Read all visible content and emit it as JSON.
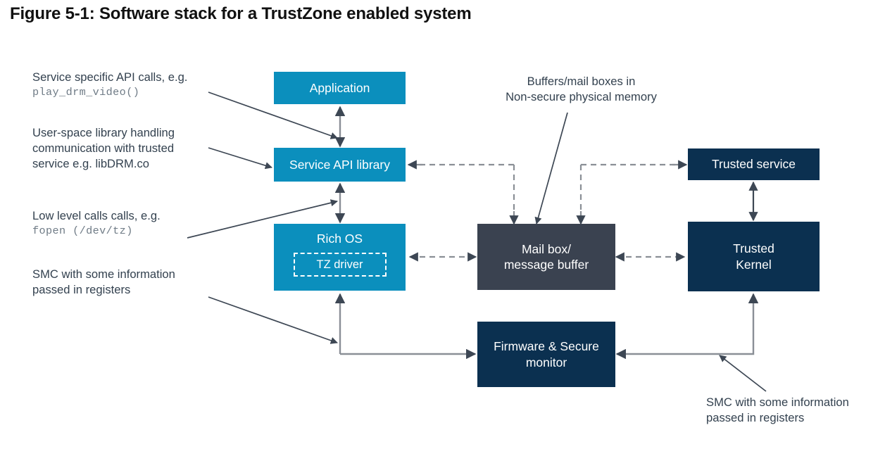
{
  "figure": {
    "title": "Figure 5-1: Software stack for a TrustZone enabled system"
  },
  "palette": {
    "blue": "#0b8fbd",
    "slate": "#3a4250",
    "navy": "#0b3050",
    "line": "#3d4754",
    "line_gray": "#8a8f96",
    "text": "#33414f",
    "mono_text": "#6f7b86",
    "title_text": "#111111",
    "background": "#ffffff"
  },
  "nodes": {
    "application": {
      "label": "Application",
      "color": "blue"
    },
    "service_api_library": {
      "label": "Service API library",
      "color": "blue"
    },
    "rich_os": {
      "label": "Rich OS",
      "color": "blue"
    },
    "tz_driver": {
      "label": "TZ driver",
      "style": "dashed-outline"
    },
    "mail_box": {
      "line1": "Mail box/",
      "line2": "message buffer",
      "color": "slate"
    },
    "trusted_service": {
      "label": "Trusted service",
      "color": "navy"
    },
    "trusted_kernel": {
      "line1": "Trusted",
      "line2": "Kernel",
      "color": "navy"
    },
    "firmware_secure_monitor": {
      "line1": "Firmware & Secure",
      "line2": "monitor",
      "color": "navy"
    }
  },
  "notes": {
    "service_api_calls": {
      "line1": "Service specific API calls, e.g.",
      "code": "play_drm_video()"
    },
    "user_space_library": {
      "line1": "User-space library handling",
      "line2": "communication with trusted",
      "line3": "service e.g. libDRM.co"
    },
    "low_level_calls": {
      "line1": "Low level calls calls, e.g.",
      "code": "fopen (/dev/tz)"
    },
    "smc_left": {
      "line1": "SMC with some information",
      "line2": "passed in registers"
    },
    "buffers_mailboxes": {
      "line1": "Buffers/mail boxes in",
      "line2": "Non-secure physical memory"
    },
    "smc_right": {
      "line1": "SMC with some information",
      "line2": "passed in registers"
    }
  }
}
